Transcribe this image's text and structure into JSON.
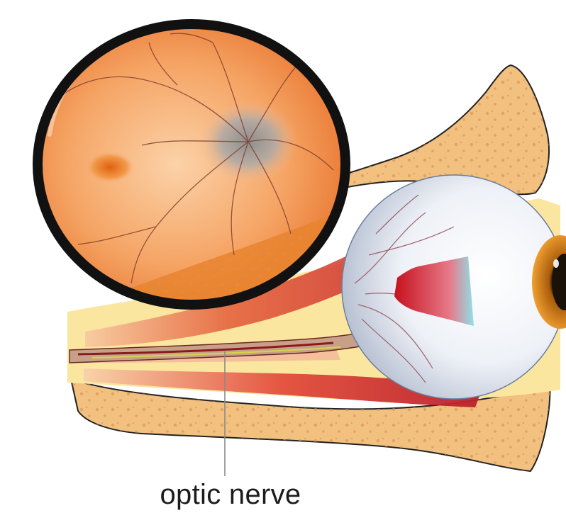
{
  "labels": {
    "optic_nerve": "optic nerve"
  },
  "colors": {
    "bone": "#f2c07f",
    "bone_dots": "#e0a063",
    "fat": "#fbe6a0",
    "muscle": "#d8323a",
    "sclera": "#e6eaf3",
    "iris": "#d97d16",
    "fundus": "#f08a3c",
    "optic_disc": "#9b9b9b",
    "macula": "#e86a1e",
    "ring": "#111111"
  },
  "icons": {
    "fundus": "retina-fundus-magnifier",
    "eyeball": "eyeball-side-view"
  }
}
